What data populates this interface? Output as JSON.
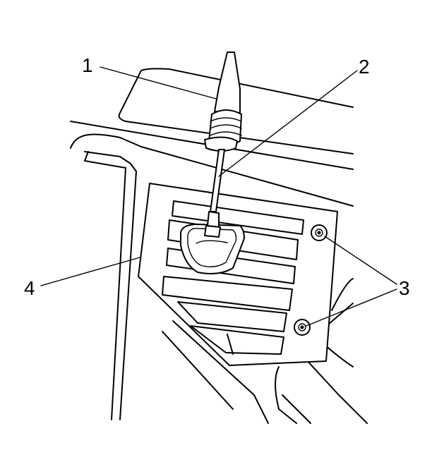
{
  "callouts": [
    {
      "id": "1",
      "label": "1"
    },
    {
      "id": "2",
      "label": "2"
    },
    {
      "id": "3",
      "label": "3"
    },
    {
      "id": "4",
      "label": "4"
    }
  ],
  "colors": {
    "line": "#000000",
    "background": "#ffffff"
  },
  "icons": {
    "antenna-mast": "antenna-mast-icon",
    "antenna-base": "antenna-base-icon",
    "fastener": "screw-icon",
    "panel": "trim-panel-icon"
  }
}
